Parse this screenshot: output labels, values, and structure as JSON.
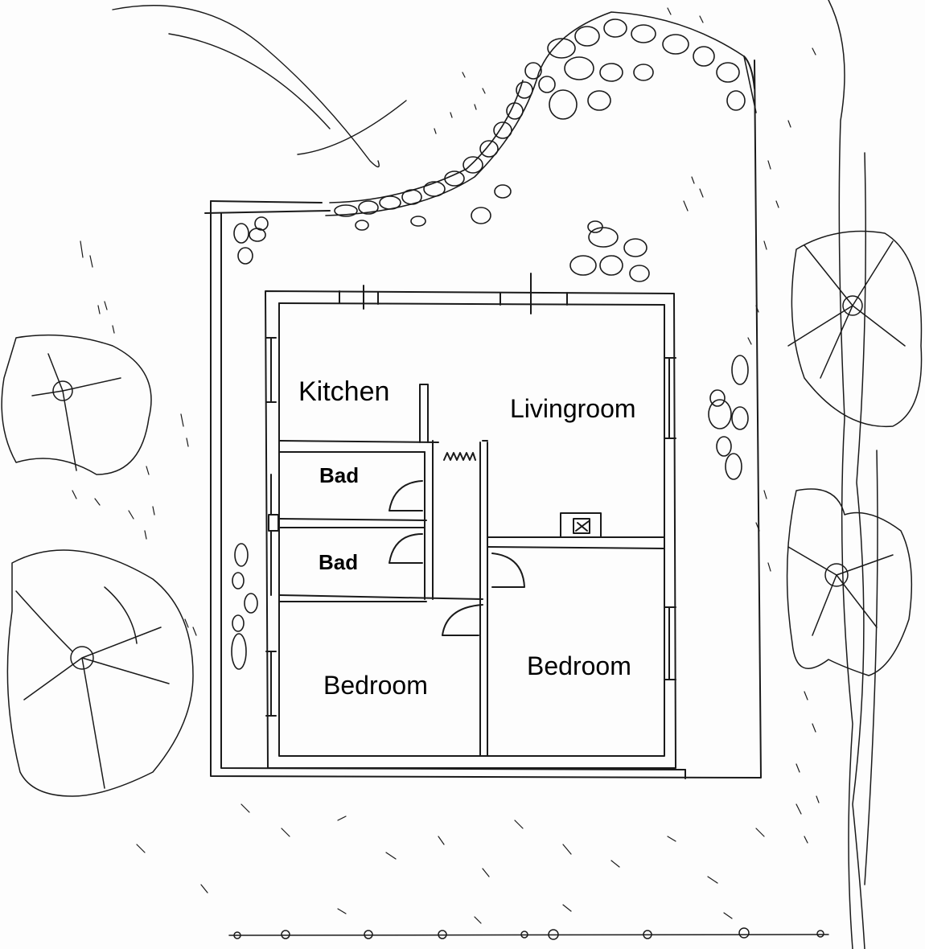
{
  "plan": {
    "rooms": {
      "kitchen": "Kitchen",
      "livingroom": "Livingroom",
      "bathroom_upper": "Bad",
      "bathroom_lower": "Bad",
      "bedroom_left": "Bedroom",
      "bedroom_right": "Bedroom"
    },
    "features": [
      "terrace",
      "stone-path",
      "trees",
      "garden-edge",
      "fireplace",
      "stairs"
    ]
  },
  "colors": {
    "ink": "#1a1a1a",
    "paper": "#fdfdfd"
  }
}
